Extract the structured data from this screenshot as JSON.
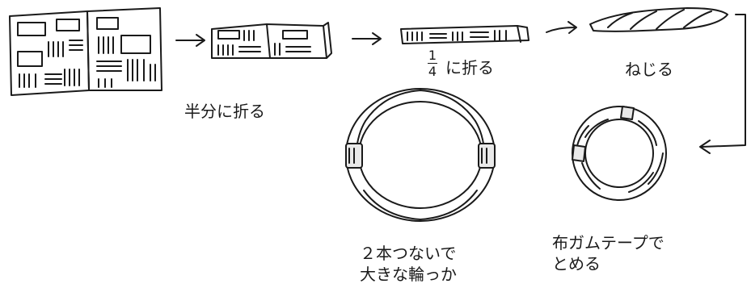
{
  "steps": {
    "fold_half": "半分に折る",
    "fold_quarter_num": "1",
    "fold_quarter_den": "4",
    "fold_quarter_text": "に折る",
    "twist": "ねじる",
    "tape_line1": "布ガムテープで",
    "tape_line2": "とめる",
    "join_line1": "２本つないで",
    "join_line2": "大きな輪っか"
  }
}
